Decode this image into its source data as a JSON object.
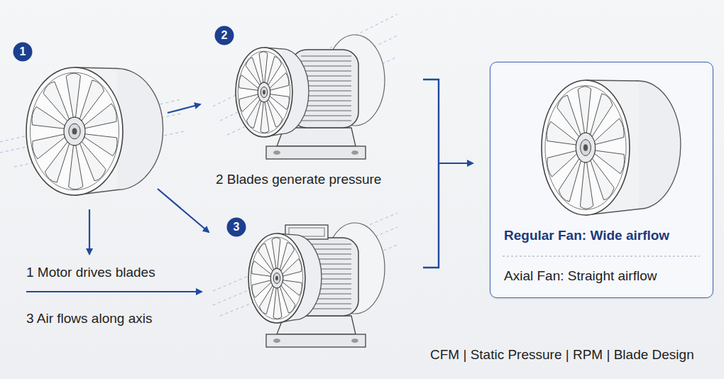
{
  "diagram": {
    "nodes": [
      {
        "text": [
          "1"
        ]
      },
      {
        "text": [
          "2"
        ]
      },
      {
        "text": [
          "3"
        ]
      },
      {
        "text": [
          "Regular Fan: Wide airflow",
          "Axial Fan: Straight airflow"
        ]
      }
    ],
    "labels": [
      "2 Blades generate pressure",
      "1 Motor drives blades",
      "3 Air flows along axis",
      "CFM | Static Pressure | RPM | Blade Design"
    ]
  }
}
